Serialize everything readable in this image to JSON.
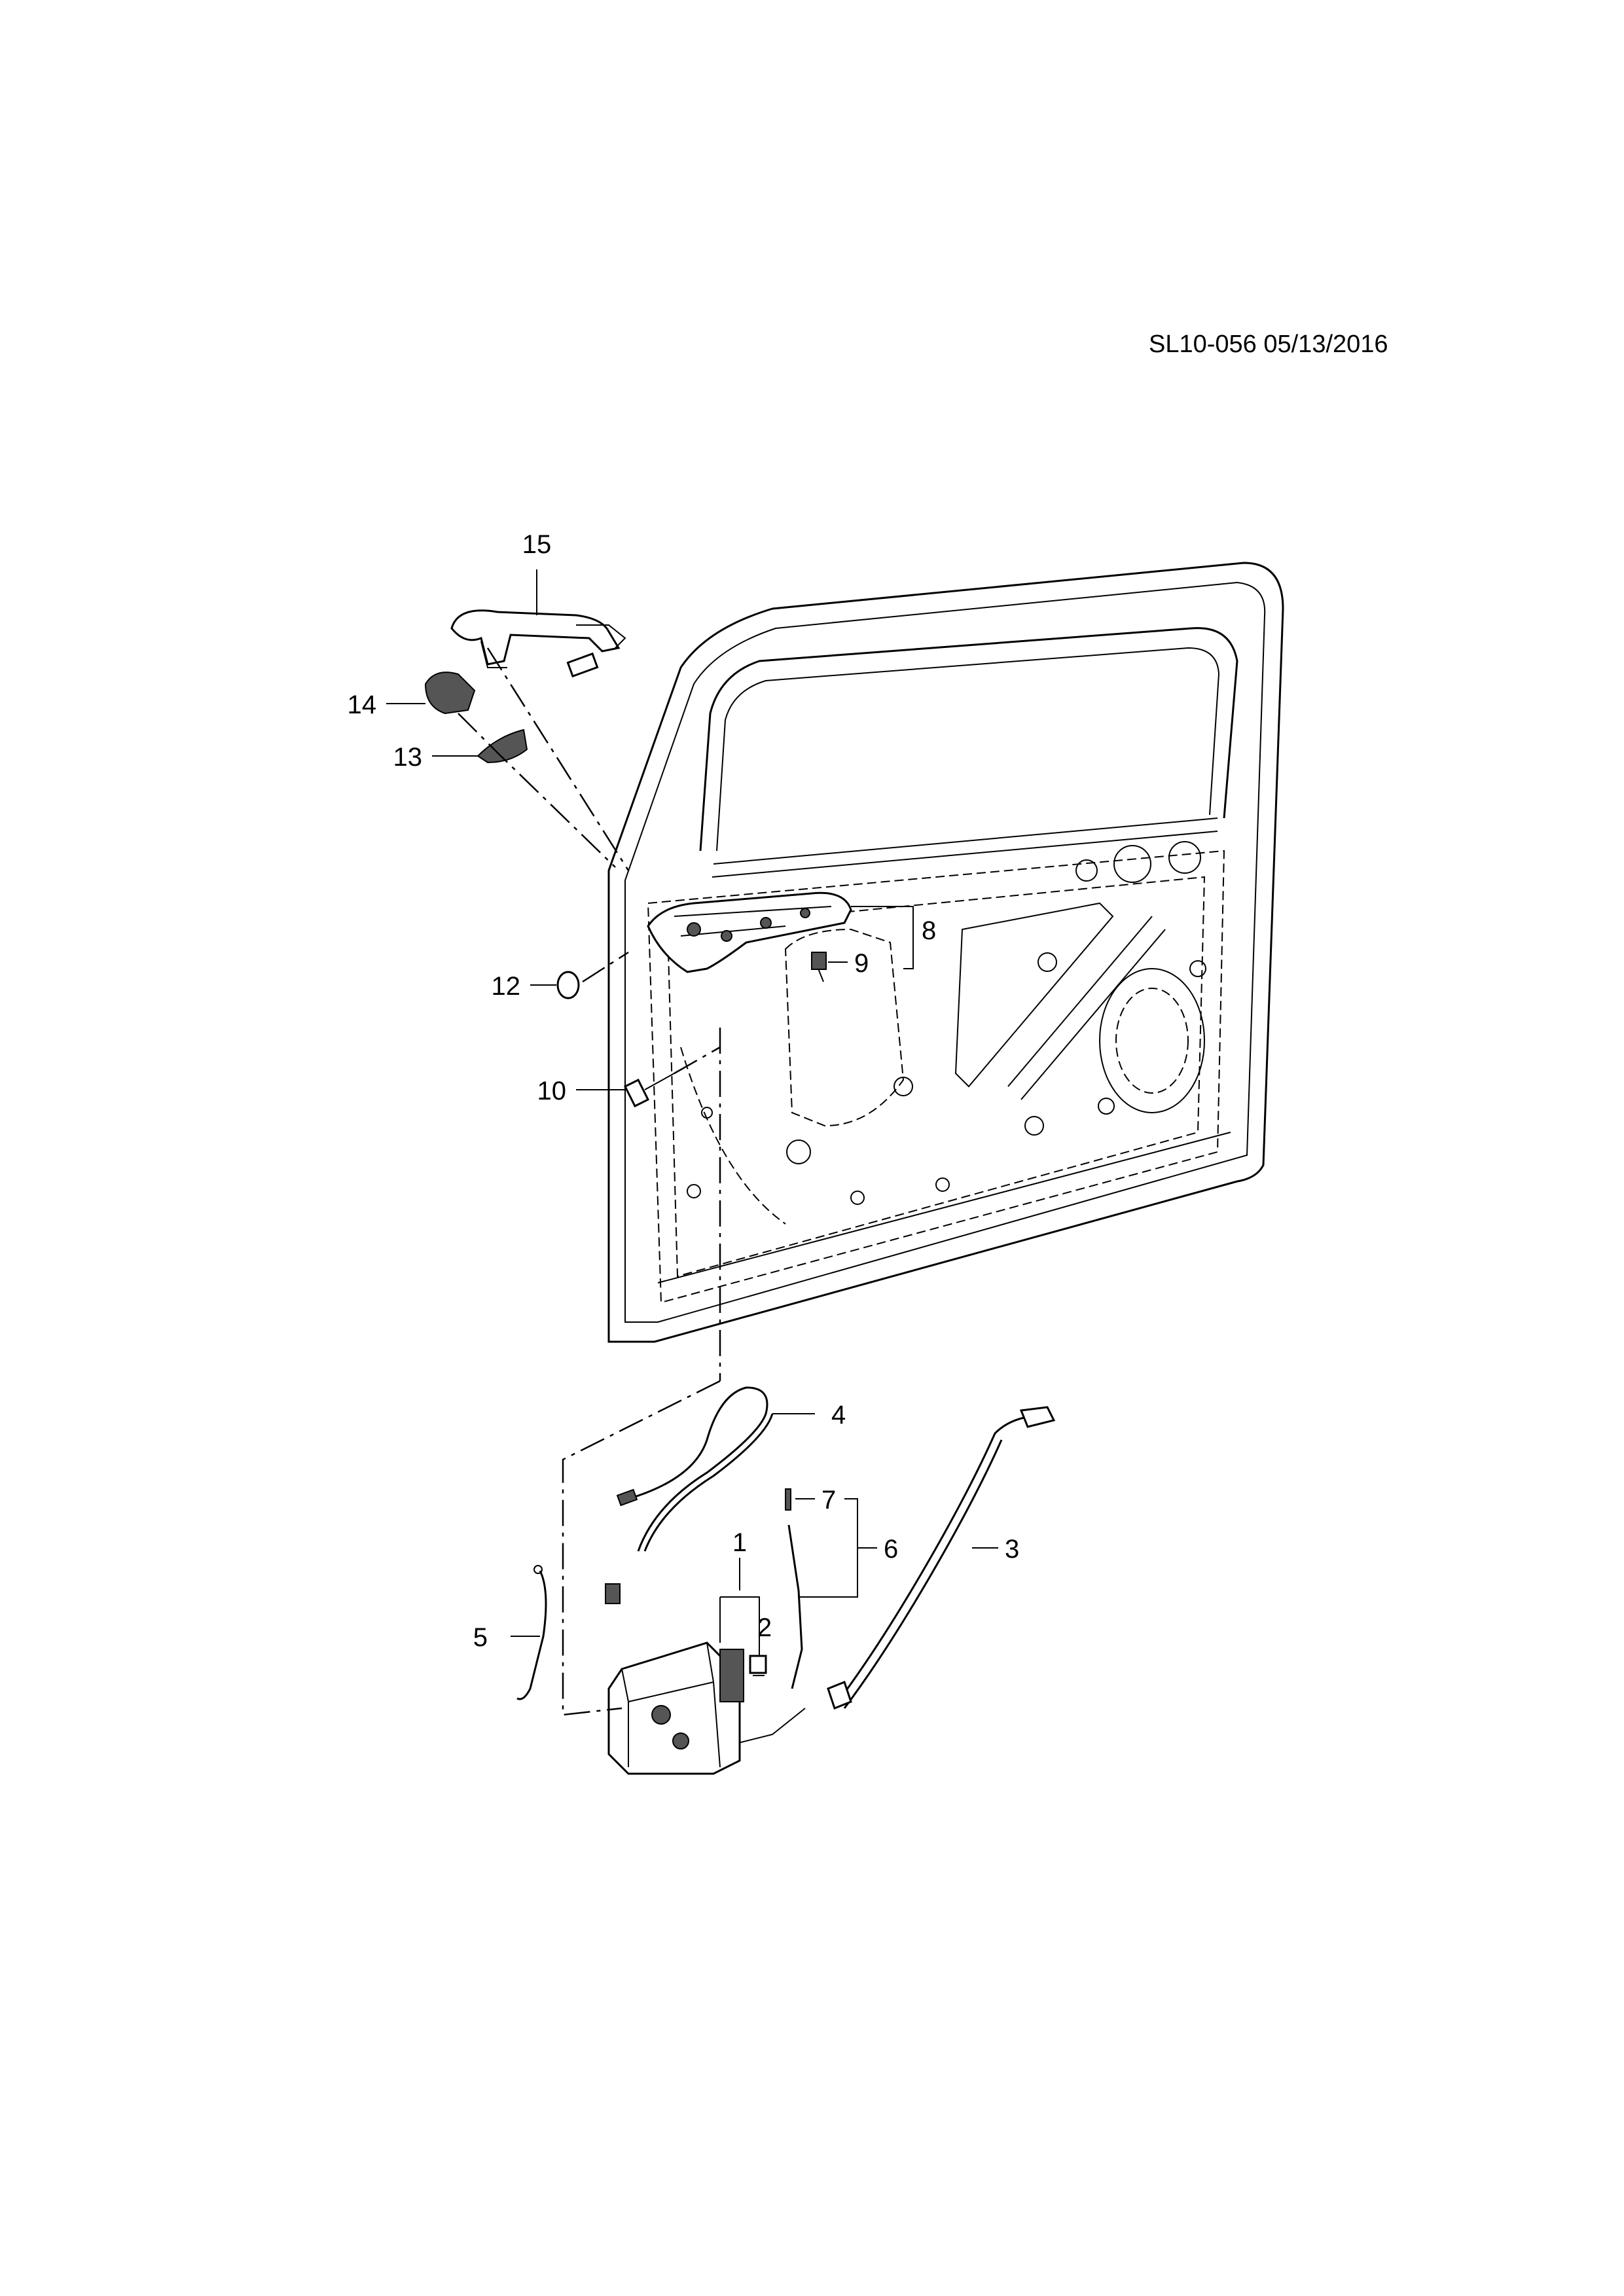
{
  "header": {
    "document_id": "SL10-056 05/13/2016"
  },
  "callouts": [
    {
      "id": "1",
      "label": "1"
    },
    {
      "id": "2",
      "label": "2"
    },
    {
      "id": "3",
      "label": "3"
    },
    {
      "id": "4",
      "label": "4"
    },
    {
      "id": "5",
      "label": "5"
    },
    {
      "id": "6",
      "label": "6"
    },
    {
      "id": "7",
      "label": "7"
    },
    {
      "id": "8",
      "label": "8"
    },
    {
      "id": "9",
      "label": "9"
    },
    {
      "id": "10",
      "label": "10"
    },
    {
      "id": "12",
      "label": "12"
    },
    {
      "id": "13",
      "label": "13"
    },
    {
      "id": "14",
      "label": "14"
    },
    {
      "id": "15",
      "label": "15"
    }
  ]
}
